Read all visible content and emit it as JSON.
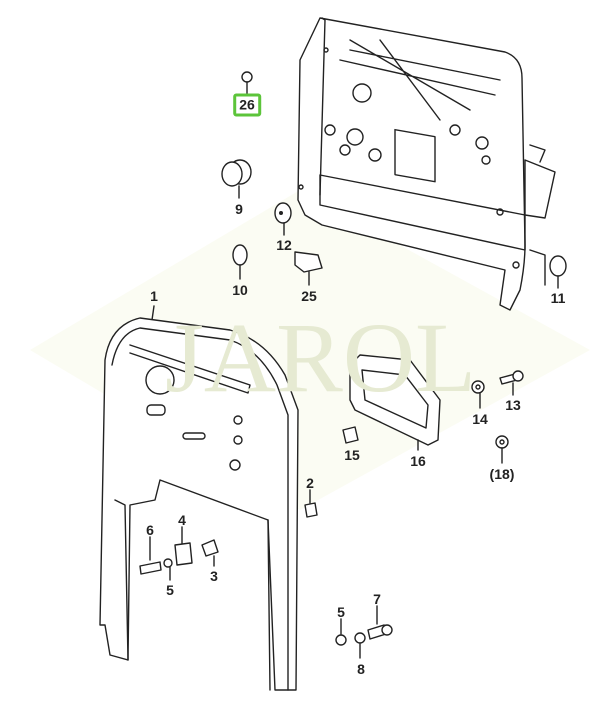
{
  "watermark": "JAROL",
  "highlight_color": "#5cc43a",
  "callouts": [
    {
      "id": "26",
      "label": "26",
      "highlighted": true
    },
    {
      "id": "9",
      "label": "9"
    },
    {
      "id": "12",
      "label": "12"
    },
    {
      "id": "10",
      "label": "10"
    },
    {
      "id": "25",
      "label": "25"
    },
    {
      "id": "11",
      "label": "11"
    },
    {
      "id": "1",
      "label": "1"
    },
    {
      "id": "14",
      "label": "14"
    },
    {
      "id": "13",
      "label": "13"
    },
    {
      "id": "15",
      "label": "15"
    },
    {
      "id": "16",
      "label": "16"
    },
    {
      "id": "18",
      "label": "(18)"
    },
    {
      "id": "2",
      "label": "2"
    },
    {
      "id": "4",
      "label": "4"
    },
    {
      "id": "6",
      "label": "6"
    },
    {
      "id": "5a",
      "label": "5"
    },
    {
      "id": "3",
      "label": "3"
    },
    {
      "id": "7",
      "label": "7"
    },
    {
      "id": "5b",
      "label": "5"
    },
    {
      "id": "8",
      "label": "8"
    }
  ]
}
